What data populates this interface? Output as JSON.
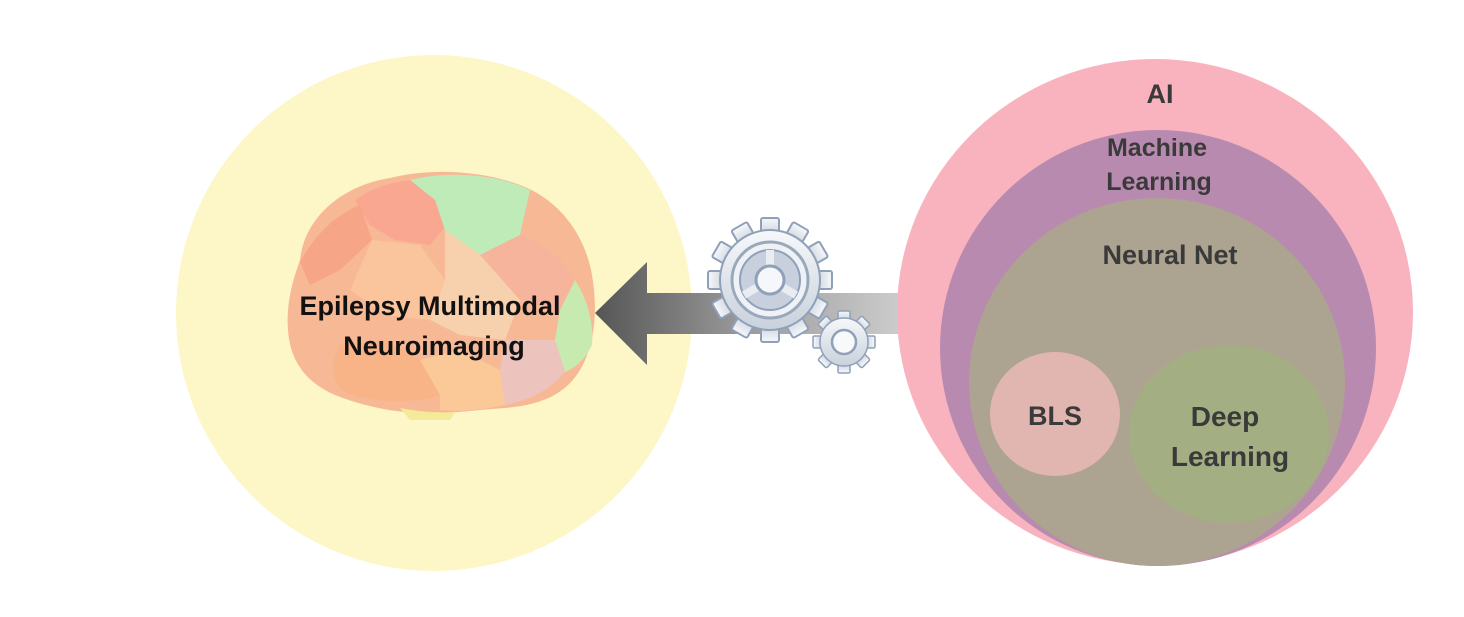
{
  "left": {
    "title_lines": [
      "Epilepsy Multimodal",
      "Neuroimaging"
    ]
  },
  "right": {
    "outer_label": "AI",
    "ml_lines": [
      "Machine",
      "Learning"
    ],
    "nn_label": "Neural Net",
    "bls_label": "BLS",
    "dl_lines": [
      "Deep",
      "Learning"
    ]
  },
  "colors": {
    "left_circle": "#fdf6c6",
    "ai": "#f9b3be",
    "ml": "#b98ab0",
    "nn": "#aca390",
    "bls": "#e2b6b0",
    "deep_learning": "#a4ae83",
    "arrow_dark": "#5a5a5a",
    "arrow_light": "#e8e8e8"
  },
  "icons": [
    "brain-icon",
    "large-gear-icon",
    "small-gear-icon",
    "double-arrow-icon"
  ]
}
